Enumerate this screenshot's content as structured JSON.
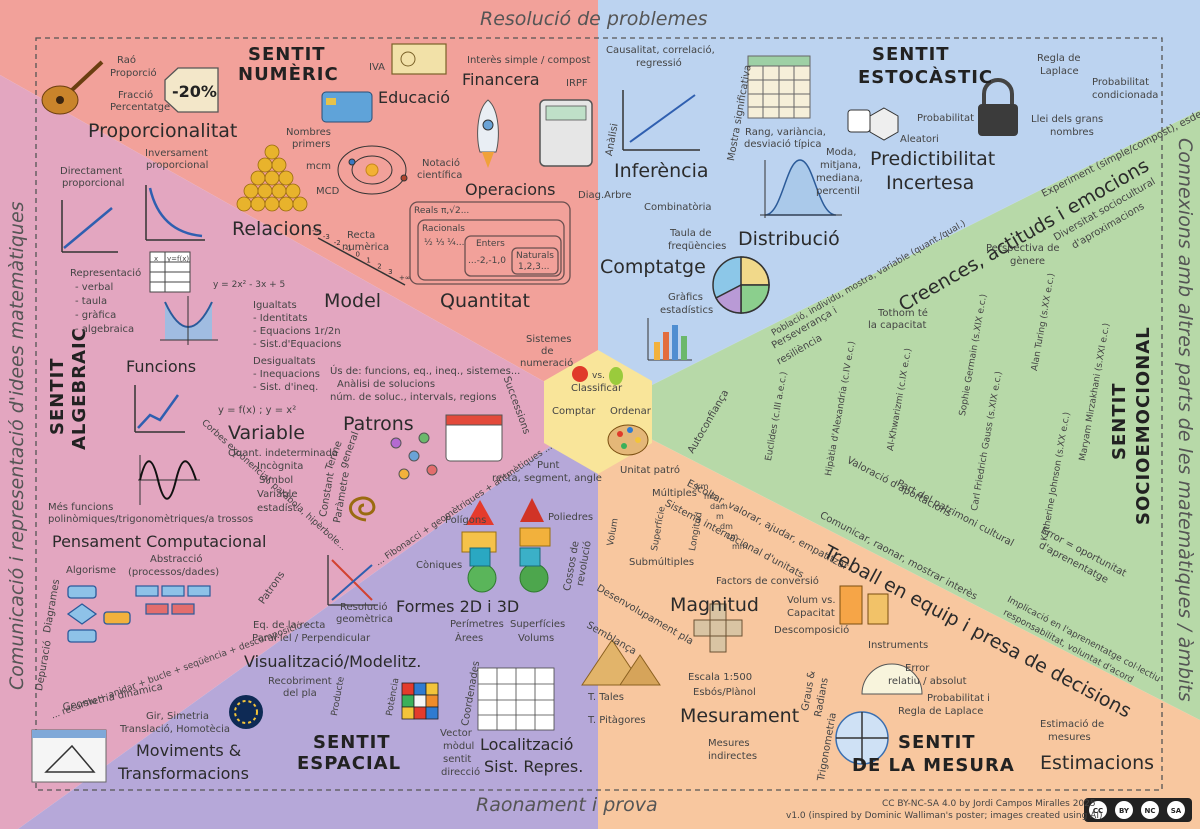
{
  "frame": {
    "top": "Resolució de problemes",
    "bottom": "Raonament i prova",
    "left": "Comunicació i representació d'idees matemàtiques",
    "right": "Connexions amb altres parts de les matemàtiques / àmbits"
  },
  "colors": {
    "numeric": "#F2A19A",
    "algebraic": "#E3A6C0",
    "spatial": "#B6A8D9",
    "measure": "#F8C79F",
    "socioemotional": "#B7D9A8",
    "stochastic": "#BCD3F0",
    "center": "#F9E59A"
  },
  "center": {
    "classify": "Classificar",
    "vs": "vs.",
    "count": "Comptar",
    "order": "Ordenar"
  },
  "numeric": {
    "heading": [
      "SENTIT",
      "NUMÈRIC"
    ],
    "proportionality": "Proporcionalitat",
    "ratio_items": [
      "Raó",
      "Proporció",
      "Fracció",
      "Percentatge"
    ],
    "percent_tag": "-20%",
    "vat": "IVA",
    "education": "Educació",
    "finance": "Financera",
    "interest": "Interès simple / compost",
    "irpf": "IRPF",
    "primes": [
      "Nombres",
      "primers"
    ],
    "mcm": "mcm",
    "mcd": "MCD",
    "sci": [
      "Notació",
      "científica"
    ],
    "operations": "Operacions",
    "line": [
      "Recta",
      "numèrica"
    ],
    "sets": {
      "reals": "Reals π,√2...",
      "rationals": "Racionals",
      "fractions": "½ ⅓ ¼...",
      "integers": "Enters",
      "int_values": "...-2,-1,0",
      "naturals": "Naturals",
      "nat_values": "1,2,3..."
    },
    "quantity": "Quantitat",
    "systems": [
      "Sistemes",
      "de",
      "numeració"
    ],
    "line_ticks": [
      "-∞",
      "-3",
      "-2",
      "-1",
      "0",
      "1",
      "2",
      "3",
      "+∞"
    ]
  },
  "algebraic": {
    "heading": [
      "SENTIT",
      "ALGEBRAIC"
    ],
    "direct": [
      "Directament",
      "proporcional"
    ],
    "inverse": [
      "Inversament",
      "proporcional"
    ],
    "relations": "Relacions",
    "representation": [
      "Representació",
      "- verbal",
      "- taula",
      "- gràfica",
      "- algebraica"
    ],
    "equalities": [
      "Igualtats",
      "- Identitats",
      "- Equacions 1r/2n",
      "- Sist.d'Equacions"
    ],
    "inequalities": [
      "Desigualtats",
      "- Inequacions",
      "- Sist. d'ineq."
    ],
    "model": "Model",
    "uses": [
      "Ús de: funcions, eq., ineq., sistemes...",
      "Anàlisi de solucions",
      "núm. de soluc., intervals, regions"
    ],
    "functions": "Funcions",
    "variable": "Variable",
    "var_items": [
      "Quant. indeterminada",
      "Incògnita",
      "Símbol",
      "Variable",
      "estadíst."
    ],
    "formula": "y = f(x)  ;  y = x²",
    "parabola_eq": "y = 2x² - 3x + 5",
    "table_hdr": [
      "x",
      "y=f(x)"
    ],
    "more_funcs": [
      "Més funcions",
      "polinòmiques/trigonomètriques/a trossos"
    ],
    "curves": "Corbes exponencial, paràbola, hipèrbole...",
    "patterns": "Patrons",
    "term": [
      "Terme",
      "general"
    ],
    "constant": [
      "Constant",
      "Paràmetre"
    ],
    "successions": "Successions",
    "fibo": "... Fibonacci + geomètriques + aritmètiques ...",
    "comp": "Pensament Computacional",
    "algorithm": "Algorisme",
    "abstraction": [
      "Abstracció",
      "(processos/dades)"
    ],
    "diagrams": "Diagrames",
    "debug": "Depuració",
    "recursive": "... recursiu + anidar + bucle + seqüència + descomposició ...",
    "patterns2": "Patrons"
  },
  "spatial": {
    "heading": [
      "SENTIT",
      "ESPACIAL"
    ],
    "point": [
      "Punt",
      "recta, segment, angle"
    ],
    "polygons": "Polígons",
    "polyhedra": "Poliedres",
    "conics": "Còniques",
    "solids": [
      "Cossos de",
      "revolució"
    ],
    "geo_res": [
      "Resolució",
      "geomètrica"
    ],
    "shapes": "Formes 2D i 3D",
    "perimeters": [
      "Perímetres",
      "Àrees"
    ],
    "surfaces": [
      "Superfícies",
      "Volums"
    ],
    "line_eq": [
      "Eq. de la recta",
      "Paral·lel / Perpendicular"
    ],
    "visual": "Visualització/Modelitz.",
    "tiling": [
      "Recobriment",
      "del pla"
    ],
    "dyn": "Geometria dinàmica",
    "turn": [
      "Gir, Simetria",
      "Translació, Homotècia"
    ],
    "movements": [
      "Moviments &",
      "Transformacions"
    ],
    "coords": "Coordenades",
    "vector": [
      "Vector",
      "mòdul",
      "sentit",
      "direcció"
    ],
    "location": [
      "Localització",
      "Sist. Repres."
    ],
    "prod": "Producte",
    "pot": "Potència"
  },
  "measure": {
    "heading": [
      "SENTIT",
      "DE LA MESURA"
    ],
    "unit": "Unitat patró",
    "multiples": "Múltiples",
    "submultiples": "Submúltiples",
    "si": "Sistema internacional d'unitats",
    "volume": "Volum",
    "surface": "Superfície",
    "length": "Longitud",
    "conversion": "Factors de conversió",
    "capacity": [
      "Volum vs.",
      "Capacitat"
    ],
    "magnitude": "Magnitud",
    "decomp": "Descomposició",
    "instruments": "Instruments",
    "error": [
      "Error",
      "relatiu / absolut"
    ],
    "dev": "Desenvolupament pla",
    "similarity": "Semblança",
    "scale": "Escala 1:500",
    "sketch": "Esbós/Plànol",
    "degrees": [
      "Graus &",
      "Radians"
    ],
    "prob": [
      "Probabilitat i",
      "Regla de Laplace"
    ],
    "thales": "T. Tales",
    "pyth": "T. Pitàgores",
    "measurement": "Mesurament",
    "indirect": [
      "Mesures",
      "indirectes"
    ],
    "trig": "Trigonometria",
    "estimate": [
      "Estimació de",
      "mesures"
    ],
    "estimations": "Estimacions",
    "units": [
      "km",
      "hm",
      "dam",
      "m",
      "dm",
      "cm",
      "mm"
    ]
  },
  "socio": {
    "heading": [
      "SENTIT",
      "SOCIOEMOCIONAL"
    ],
    "beliefs": "Creences, actituds i emocions",
    "perseverance": [
      "Perseverança i",
      "resiliència"
    ],
    "everyone": [
      "Tothom té",
      "la capacitat"
    ],
    "selfconf": "Autoconfiança",
    "gender": [
      "Perspectiva de",
      "gènere"
    ],
    "diversity": [
      "Diversitat sociocultural",
      "d'aproximacions"
    ],
    "experiment": "Experiment (simple/compost), esdeveniment",
    "valuation": "Valoració d'aportacions",
    "heritage": "Part del patrimoni cultural",
    "listen": "Escoltar, valorar, ajudar, empatitzar",
    "communicate": "Comunicar, raonar, mostrar interès",
    "teamwork": "Treball en equip i presa de decisions",
    "error": [
      "Error = oportunitat",
      "d'aprenentatge"
    ],
    "involve": [
      "Implicació en l'aprenentatge col·lectiu",
      "responsabilitat, voluntat d'acord"
    ],
    "people": [
      "Euclides (c.III a.e.c.)",
      "Hipàtia d'Alexandria (c.IV e.c.)",
      "Al-Khwarizmi (c.IX e.c.)",
      "Sophie Germain (s.XIX e.c.)",
      "Carl Friedrich Gauss (s.XIX e.c.)",
      "Alan Turing (s.XX e.c.)",
      "Katherine Johnson (s.XX e.c.)",
      "Maryam Mirzakhani (s.XXI e.c.)"
    ]
  },
  "stochastic": {
    "heading": [
      "SENTIT",
      "ESTOCÀSTIC"
    ],
    "causality": [
      "Causalitat, correlació,",
      "regressió"
    ],
    "analysis": "Anàlisi",
    "sample": "Mostra significativa",
    "inference": "Inferència",
    "range": [
      "Rang, variància,",
      "desviació típica"
    ],
    "laplace": [
      "Regla de",
      "Laplace"
    ],
    "prob": "Probabilitat",
    "random": "Aleatori",
    "large": [
      "Llei dels grans",
      "nombres"
    ],
    "conditional": [
      "Probabilitat",
      "condicionada"
    ],
    "stats": [
      "Moda,",
      "mitjana,",
      "mediana,",
      "percentil"
    ],
    "predict": [
      "Predictibilitat",
      "Incertesa"
    ],
    "tree": "Diag.Arbre",
    "combinatorics": "Combinatòria",
    "freq": [
      "Taula de",
      "freqüències"
    ],
    "distribution": "Distribució",
    "counting": "Comptatge",
    "graphs": [
      "Gràfics",
      "estadístics"
    ],
    "population": "Població, individu, mostra, variable (quant./qual.)"
  },
  "credit": [
    "CC BY-NC-SA 4.0 by Jordi Campos Miralles 2025",
    "v1.0 (inspired by Dominic Walliman's poster; images created using AI)"
  ],
  "license_icons": [
    "cc",
    "by",
    "nc",
    "sa"
  ]
}
